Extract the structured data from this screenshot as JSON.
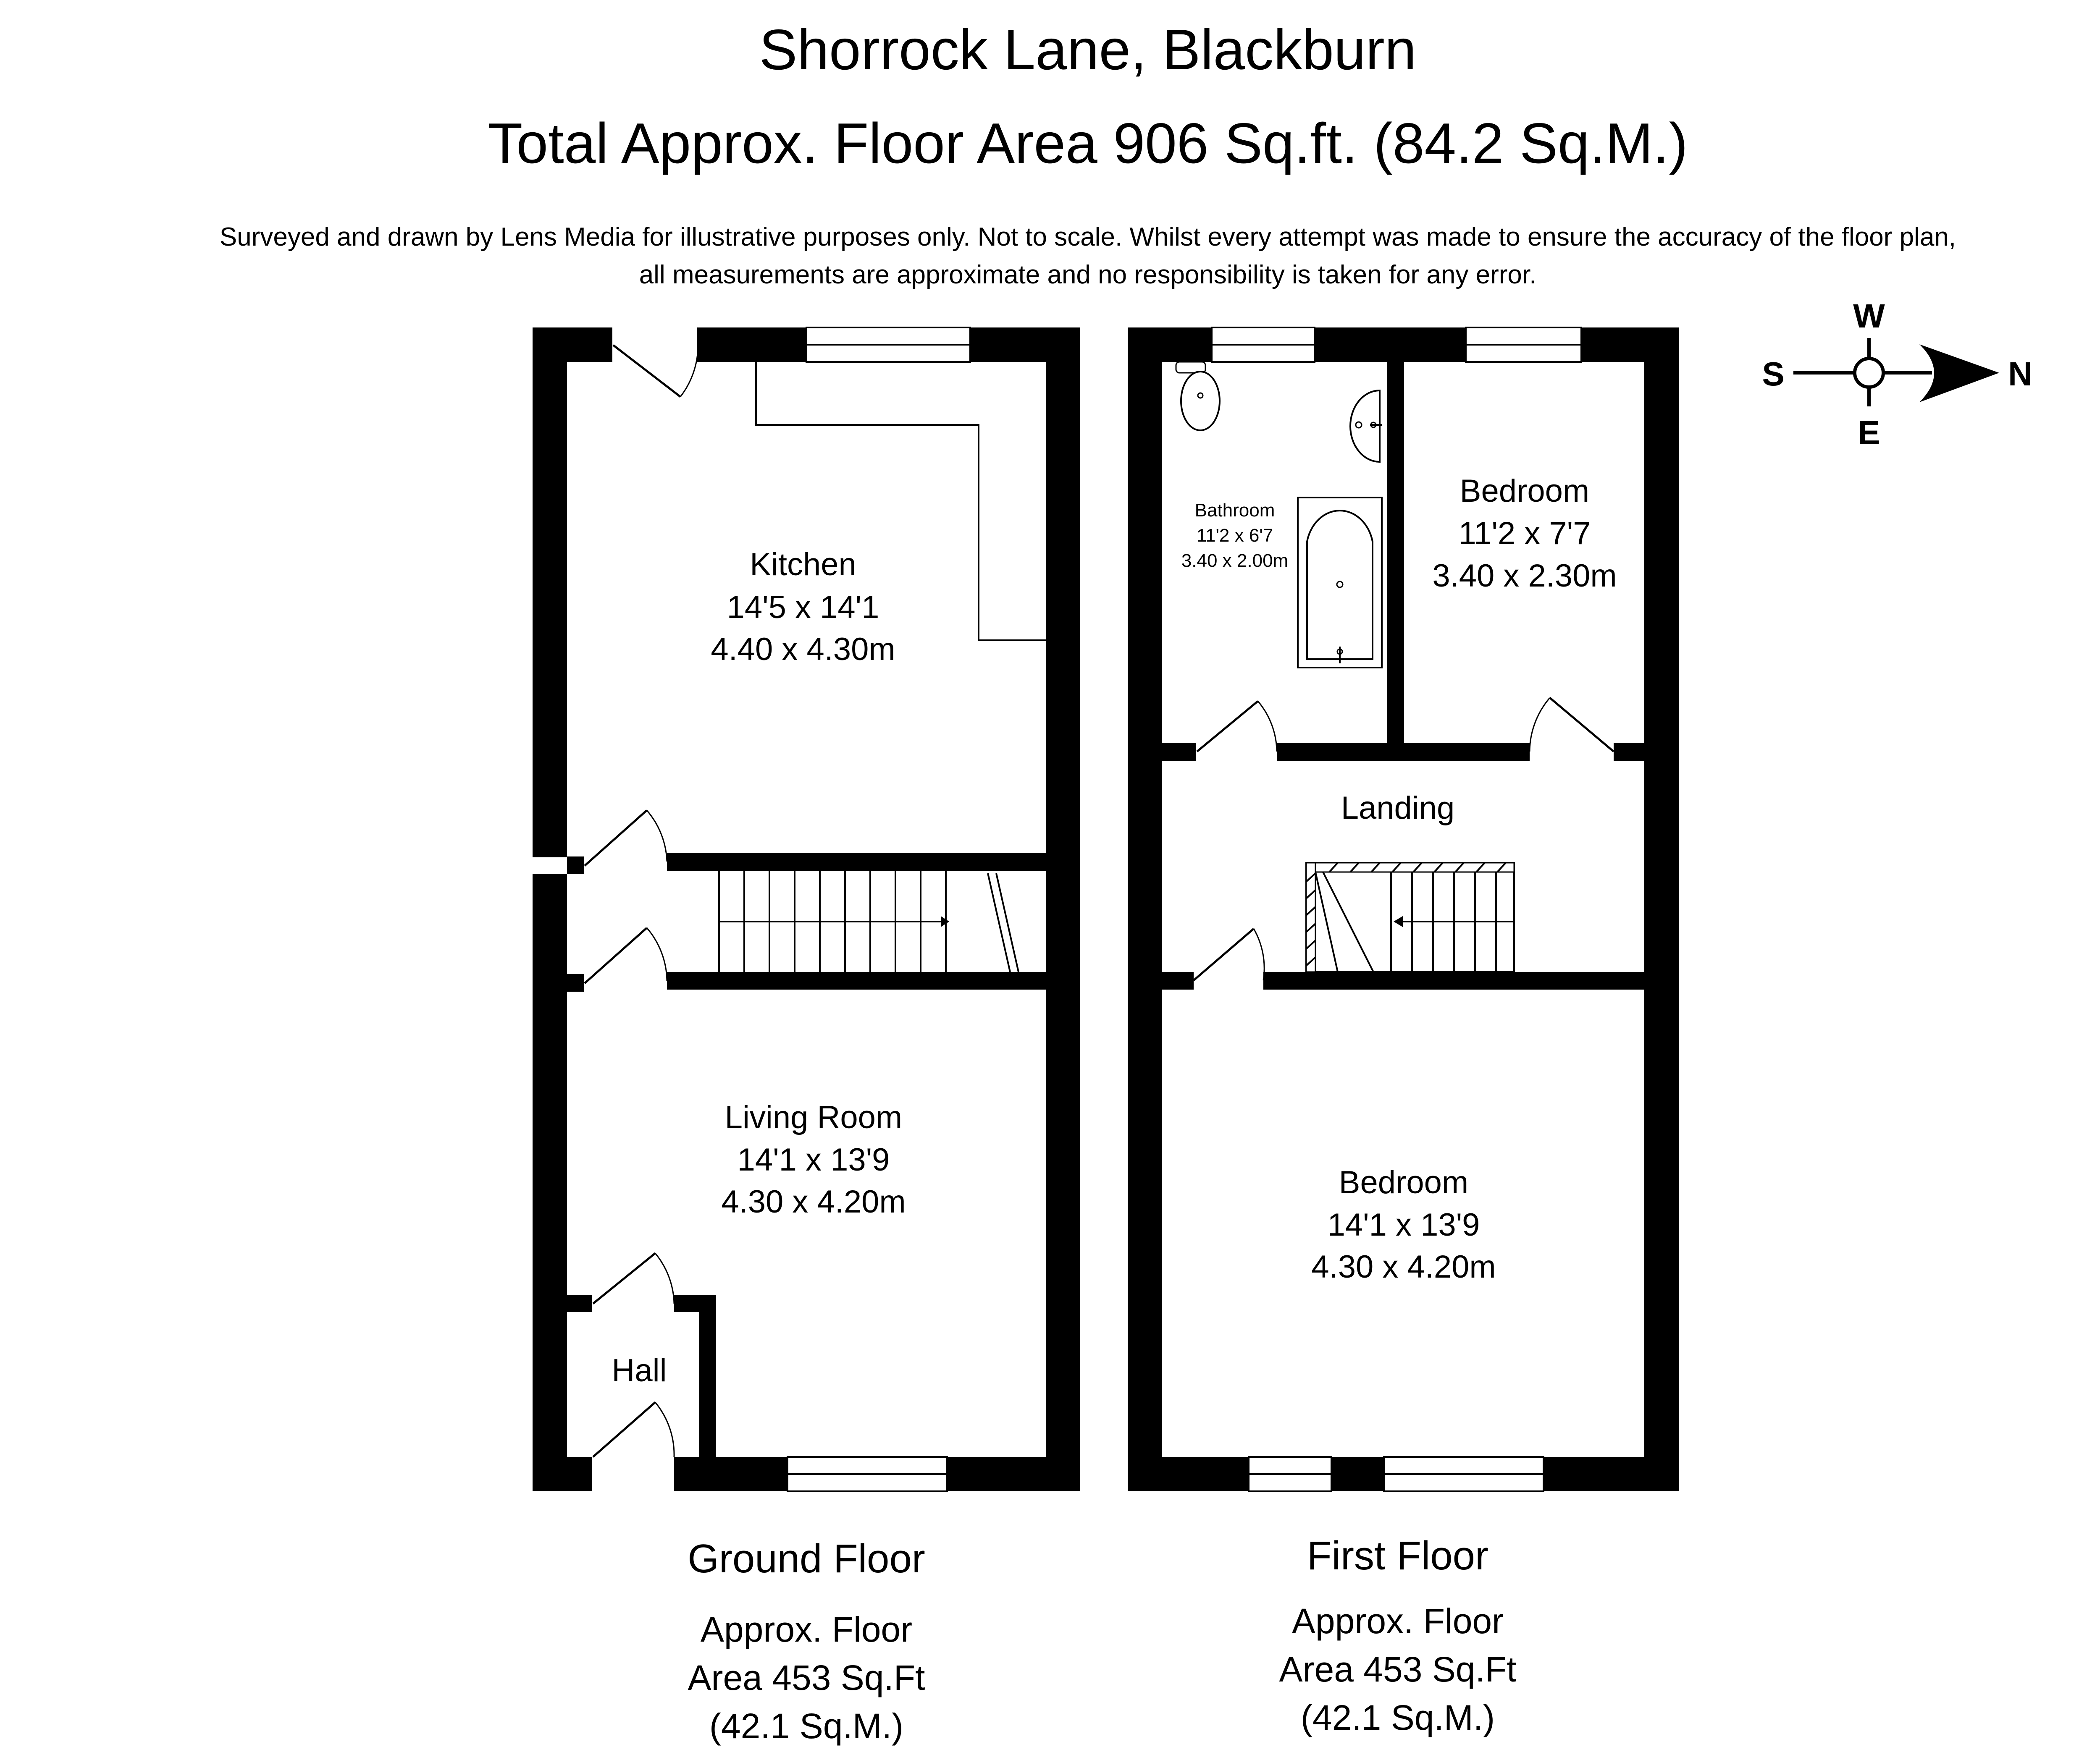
{
  "header": {
    "title": "Shorrock Lane, Blackburn",
    "total_area": "Total Approx. Floor Area 906 Sq.ft. (84.2 Sq.M.)",
    "disclaimer_line1": "Surveyed and drawn by Lens Media for illustrative purposes only. Not to scale. Whilst every attempt was made to ensure the accuracy of the floor plan,",
    "disclaimer_line2": "all measurements are approximate and no responsibility is taken for any error."
  },
  "compass": {
    "n": "N",
    "s": "S",
    "e": "E",
    "w": "W"
  },
  "ground_floor": {
    "label": "Ground Floor",
    "area_line1": "Approx. Floor",
    "area_line2": "Area 453 Sq.Ft",
    "area_line3": "(42.1 Sq.M.)",
    "kitchen": {
      "name": "Kitchen",
      "imperial": "14'5 x 14'1",
      "metric": "4.40 x 4.30m"
    },
    "living_room": {
      "name": "Living Room",
      "imperial": "14'1 x 13'9",
      "metric": "4.30 x 4.20m"
    },
    "hall": {
      "name": "Hall"
    }
  },
  "first_floor": {
    "label": "First Floor",
    "area_line1": "Approx. Floor",
    "area_line2": "Area 453 Sq.Ft",
    "area_line3": "(42.1 Sq.M.)",
    "bathroom": {
      "name": "Bathroom",
      "imperial": "11'2 x 6'7",
      "metric": "3.40 x 2.00m"
    },
    "bedroom_small": {
      "name": "Bedroom",
      "imperial": "11'2 x 7'7",
      "metric": "3.40 x 2.30m"
    },
    "landing": {
      "name": "Landing"
    },
    "bedroom_large": {
      "name": "Bedroom",
      "imperial": "14'1 x 13'9",
      "metric": "4.30 x 4.20m"
    }
  }
}
